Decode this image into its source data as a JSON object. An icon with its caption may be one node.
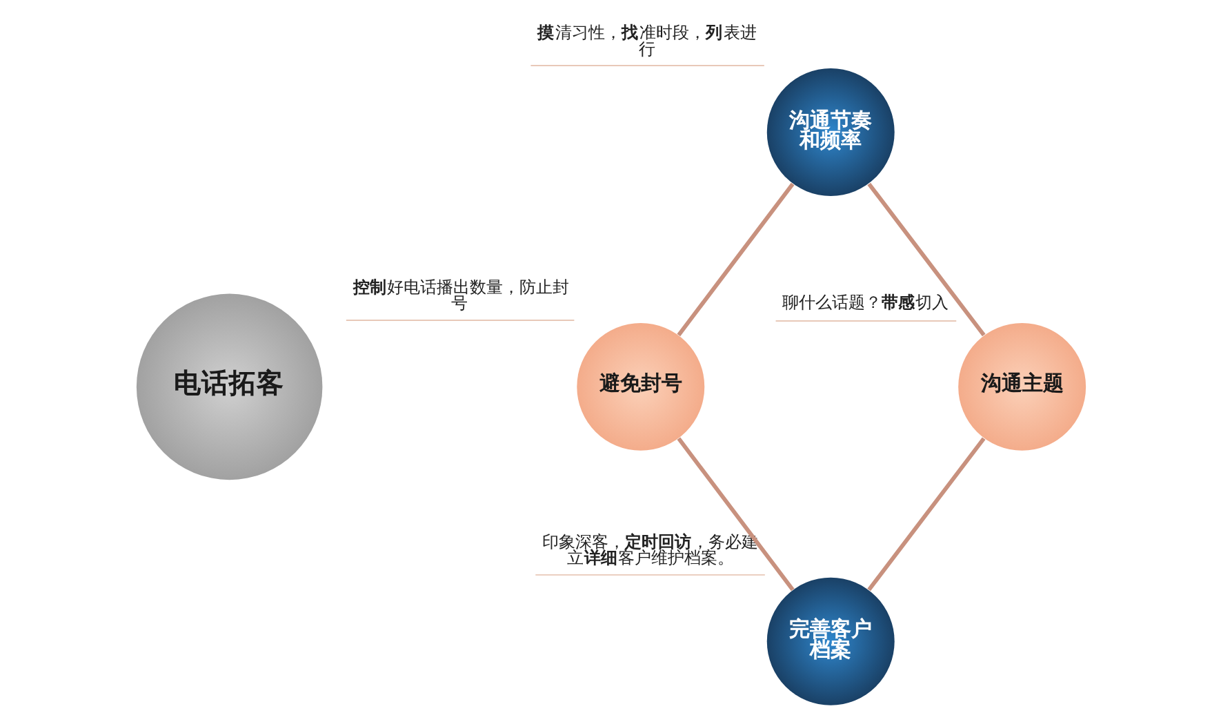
{
  "diagram": {
    "nodes": [
      {
        "text": [
          "电话拓客"
        ]
      },
      {
        "text": [
          "沟通节奏和频率"
        ],
        "beside": [
          "**摸**清习性，**找**准时段，**列**表进行"
        ]
      },
      {
        "text": [
          "避免封号"
        ],
        "beside": [
          "**控制**好电话播出数量，防止封号"
        ]
      },
      {
        "text": [
          "完善客户档案"
        ],
        "beside": [
          "印象深客，**定时回访**，务必建立**详细**客户维护档案。"
        ]
      },
      {
        "text": [
          "沟通主题"
        ],
        "beside": [
          "聊什么话题？**带感**切入"
        ]
      }
    ],
    "edges": [
      {
        "from": 1,
        "to": 4,
        "arrow": "none"
      },
      {
        "from": 4,
        "to": 3,
        "arrow": "none"
      },
      {
        "from": 1,
        "to": 2,
        "arrow": "none"
      },
      {
        "from": 2,
        "to": 3,
        "arrow": "none"
      }
    ]
  }
}
